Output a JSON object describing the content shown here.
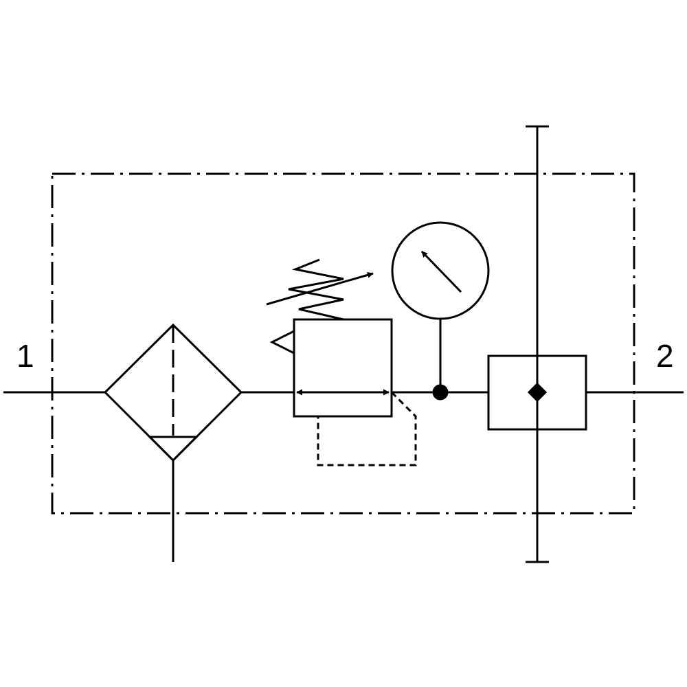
{
  "ports": {
    "inlet_label": "1",
    "outlet_label": "2"
  },
  "colors": {
    "line": "#000000",
    "background": "#ffffff"
  },
  "components": [
    "filter-with-drain",
    "pressure-regulator",
    "pressure-gauge",
    "distributor-block"
  ]
}
